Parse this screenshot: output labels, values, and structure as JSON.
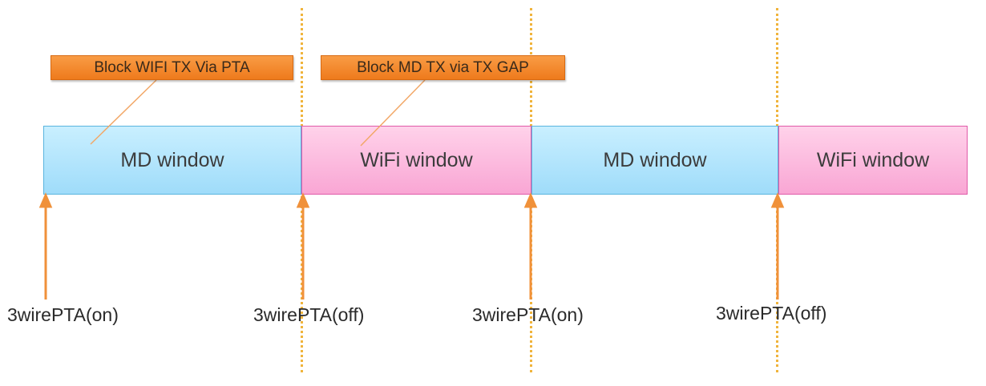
{
  "callouts": {
    "first": "Block WIFI TX Via PTA",
    "second": "Block MD TX via TX GAP"
  },
  "windows": [
    {
      "label": "MD window",
      "type": "md"
    },
    {
      "label": "WiFi window",
      "type": "wifi"
    },
    {
      "label": "MD window",
      "type": "md"
    },
    {
      "label": "WiFi window",
      "type": "wifi"
    }
  ],
  "pta_labels": [
    "3wirePTA(on)",
    "3wirePTA(off)",
    "3wirePTA(on)",
    "3wirePTA(off)"
  ],
  "colors": {
    "md_window": "#a8e0fb",
    "wifi_window": "#fbb0d8",
    "callout": "#f28a2e",
    "arrow": "#f0913a",
    "dotted_line": "#f0b43c"
  }
}
